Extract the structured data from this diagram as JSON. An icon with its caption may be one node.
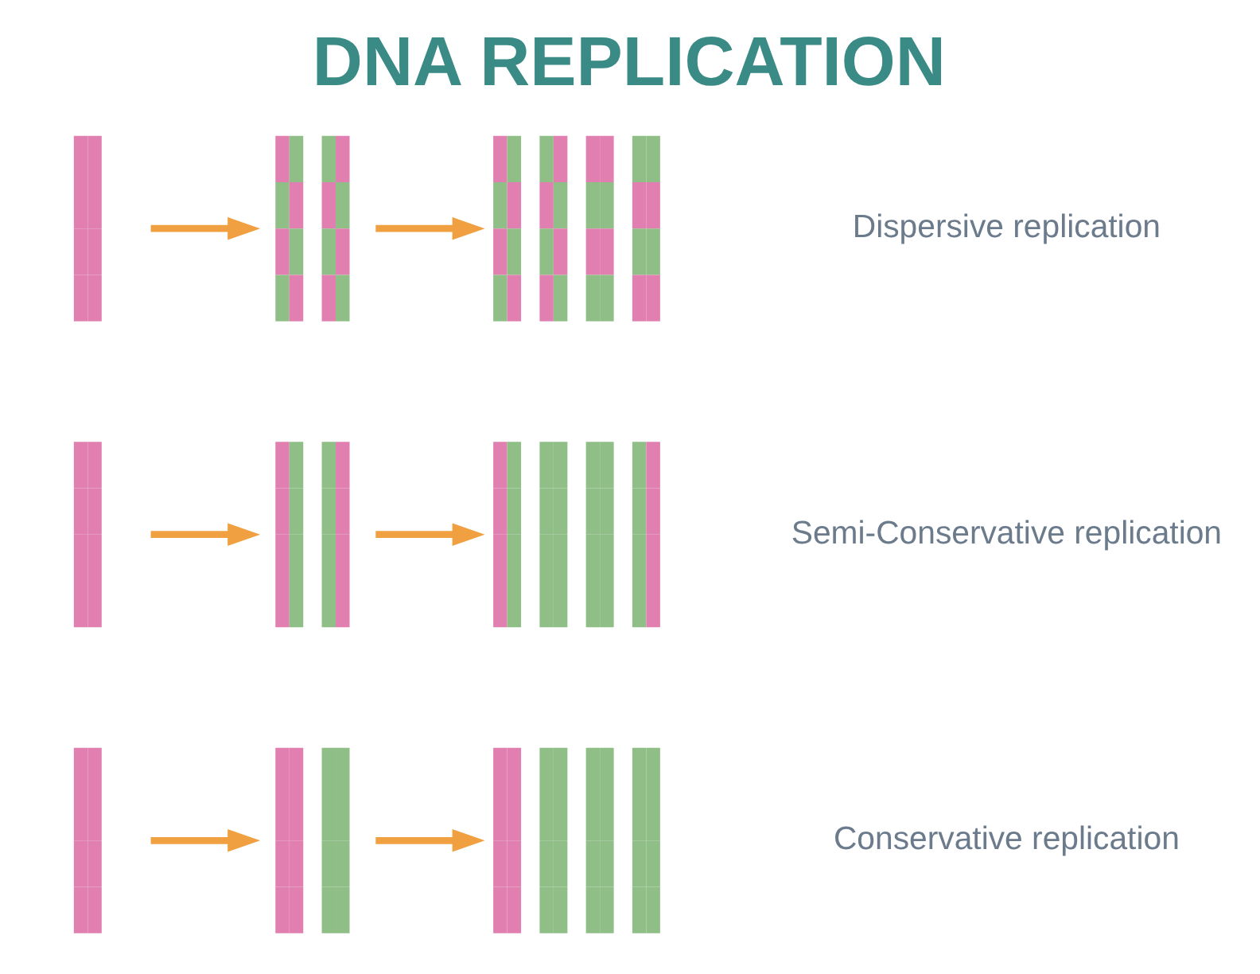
{
  "diagram": {
    "title": "DNA REPLICATION",
    "nodes": [
      {
        "text": [],
        "shape": "bar"
      },
      {
        "text": [],
        "shape": "bar"
      },
      {
        "text": [],
        "shape": "bar"
      },
      {
        "text": [],
        "shape": "bar"
      },
      {
        "text": [],
        "shape": "bar"
      },
      {
        "text": [],
        "shape": "bar"
      },
      {
        "text": [],
        "shape": "bar"
      },
      {
        "text": [],
        "shape": "bar"
      },
      {
        "text": [],
        "shape": "bar"
      }
    ],
    "edges": [
      {
        "from": 0,
        "to": 1,
        "arrow": "to"
      },
      {
        "from": 1,
        "to": 2,
        "arrow": "to"
      },
      {
        "from": 3,
        "to": 4,
        "arrow": "to"
      },
      {
        "from": 4,
        "to": 5,
        "arrow": "to"
      },
      {
        "from": 6,
        "to": 7,
        "arrow": "to"
      },
      {
        "from": 7,
        "to": 8,
        "arrow": "to"
      }
    ],
    "labels": [
      "Conservative replication",
      "Semi-Conservative replication",
      "Dispersive replication"
    ]
  }
}
